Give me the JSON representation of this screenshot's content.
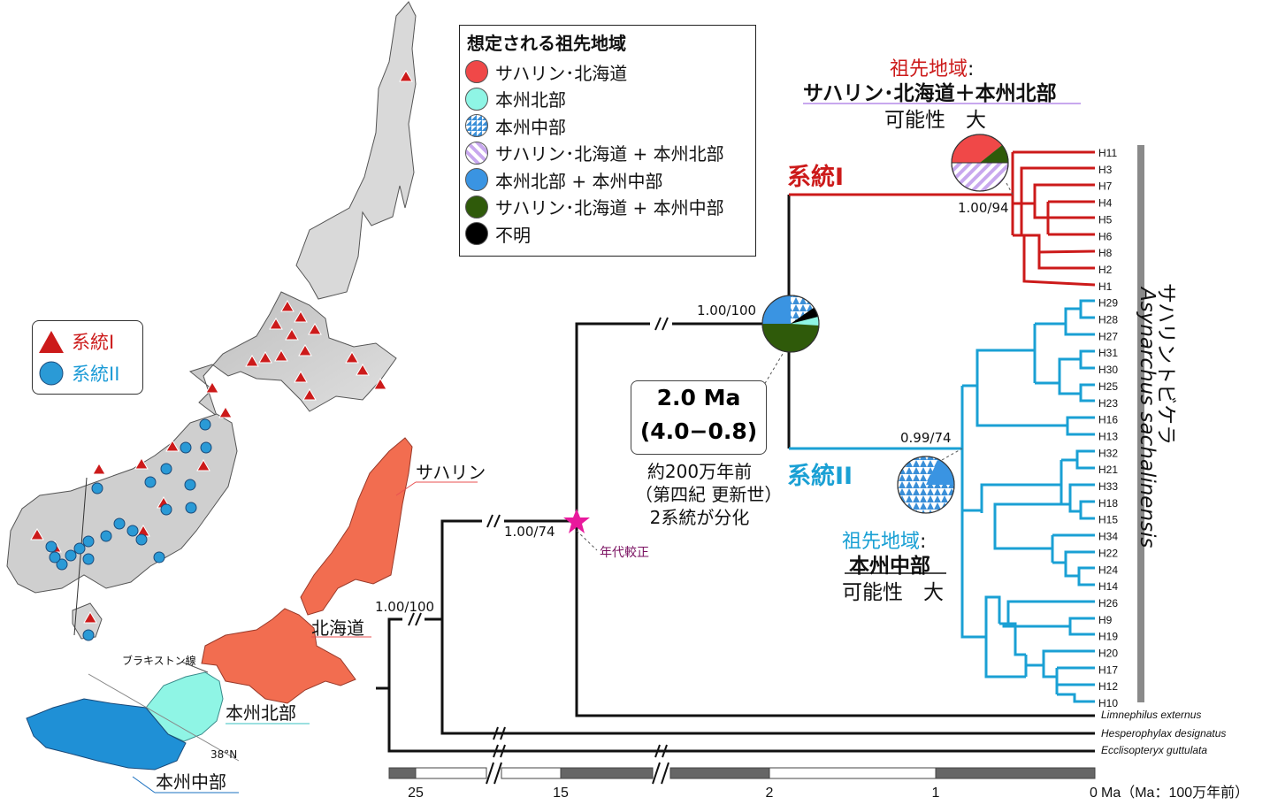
{
  "legend": {
    "title": "想定される祖先地域",
    "items": [
      {
        "label": "サハリン･北海道",
        "color": "#f04848",
        "pattern": "solid"
      },
      {
        "label": "本州北部",
        "color": "#8ff5e5",
        "pattern": "solid"
      },
      {
        "label": "本州中部",
        "color": "#3a8fd8",
        "pattern": "triangles"
      },
      {
        "label": "サハリン･北海道 + 本州北部",
        "color": "#c8a8ee",
        "pattern": "stripes"
      },
      {
        "label": "本州北部 + 本州中部",
        "color": "#3a94e2",
        "pattern": "solid"
      },
      {
        "label": "サハリン･北海道 + 本州中部",
        "color": "#2f5a0a",
        "pattern": "solid"
      },
      {
        "label": "不明",
        "color": "#000000",
        "pattern": "solid"
      }
    ]
  },
  "lineage_legend": {
    "lineage1": "系統I",
    "lineage2": "系統II"
  },
  "lineages": {
    "lineage1_label": "系統I",
    "lineage2_label": "系統II",
    "lineage1_color": "#cc1a1a",
    "lineage2_color": "#1aa0d4"
  },
  "annotations": {
    "ancestral_top_title": "祖先地域",
    "ancestral_top_colon": ":",
    "ancestral_top_region": "サハリン･北海道＋本州北部",
    "ancestral_top_prob": "可能性　大",
    "ancestral_bottom_title": "祖先地域",
    "ancestral_bottom_colon": ":",
    "ancestral_bottom_region": "本州中部",
    "ancestral_bottom_prob": "可能性　大",
    "date_main": "2.0 Ma",
    "date_range": "(4.0−0.8)",
    "divergence_line1": "約200万年前",
    "divergence_line2": "（第四紀 更新世）",
    "divergence_line3": "2系統が分化",
    "calibration": "年代較正",
    "species_jp": "サハリントビケラ",
    "species_latin": "Asynarchus sachalinensis"
  },
  "support_values": {
    "lineage1_node": "1.00/94",
    "lineage2_node": "0.99/74",
    "split_node": "1.00/100",
    "calib_node": "1.00/74",
    "root_node": "1.00/100"
  },
  "map": {
    "sakhalin": "サハリン",
    "hokkaido": "北海道",
    "north_honshu": "本州北部",
    "central_honshu": "本州中部",
    "blakiston_line": "ブラキストン線",
    "lat38": "38°N"
  },
  "tree": {
    "lineage1_tips": [
      "H11",
      "H3",
      "H7",
      "H4",
      "H5",
      "H6",
      "H8",
      "H2",
      "H1"
    ],
    "lineage2_tips": [
      "H29",
      "H28",
      "H27",
      "H31",
      "H30",
      "H25",
      "H23",
      "H16",
      "H13",
      "H32",
      "H21",
      "H33",
      "H18",
      "H15",
      "H34",
      "H22",
      "H24",
      "H14",
      "H26",
      "H9",
      "H19",
      "H20",
      "H17",
      "H12",
      "H10"
    ],
    "outgroups": [
      "Limnephilus externus",
      "Hesperophylax designatus",
      "Ecclisopteryx guttulata"
    ]
  },
  "timescale": {
    "ticks": [
      "25",
      "15",
      "2",
      "1",
      "0"
    ],
    "unit": "Ma（Ma：100万年前）"
  }
}
